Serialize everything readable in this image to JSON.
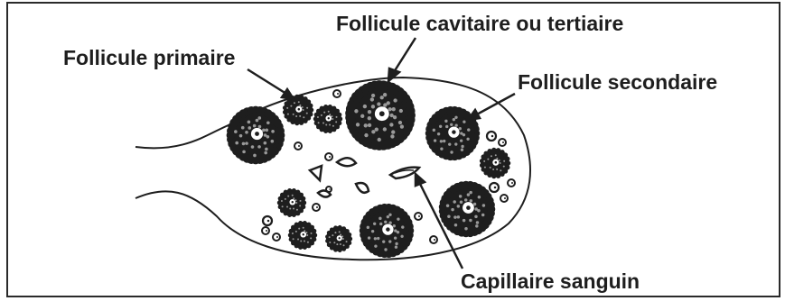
{
  "labels": {
    "cavitaire": "Follicule cavitaire ou tertiaire",
    "primaire": "Follicule primaire",
    "secondaire": "Follicule secondaire",
    "capillaire": "Capillaire sanguin"
  },
  "colors": {
    "ink": "#1e1e1e",
    "paper": "#ffffff",
    "frame": "#2a2a2a"
  }
}
